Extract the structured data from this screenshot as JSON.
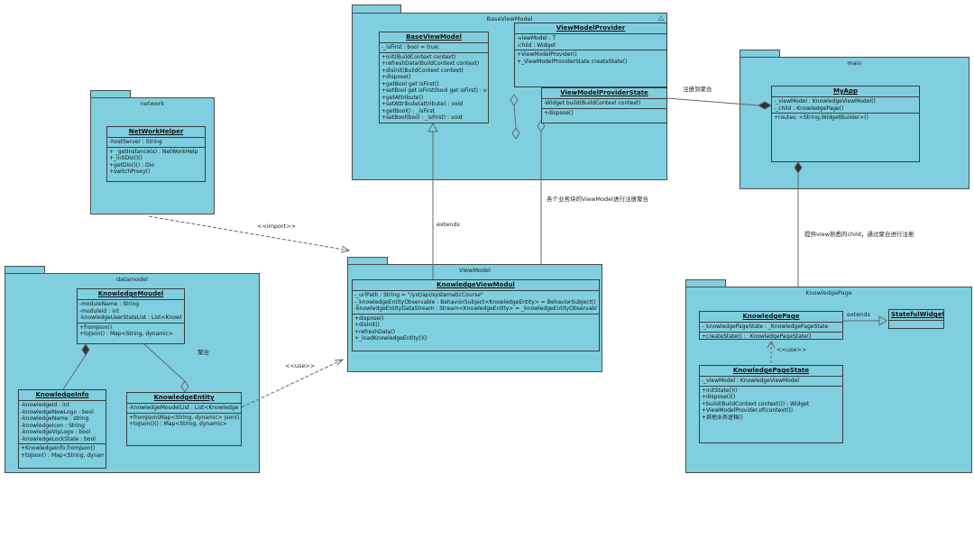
{
  "diagram": {
    "packages": {
      "base_view_model": {
        "name": "BaseViewModel",
        "warning_icon": "△"
      },
      "network": {
        "name": "network"
      },
      "datamodel": {
        "name": "datamodel"
      },
      "view_model": {
        "name": "ViewModel"
      },
      "main": {
        "name": "main"
      },
      "knowledge_page": {
        "name": "KnowledgePage"
      }
    },
    "classes": {
      "base_view_model": {
        "title": "BaseViewModel",
        "attributes": [
          "-_isFirst : bool = true;"
        ],
        "methods": [
          "+init(BuildContext context)",
          "+refreshData(BuildContext context)",
          "+disinit(BuildContext context)",
          "+dispose()",
          "+getBool get isFirst()",
          "+setBool get isFirst(bool get isFirst) : vo",
          "+getAttribute()",
          "+setAttribute(attribute) : void",
          "+getBool() : _isFirst",
          "+setBool(bool : _isFirst) : void"
        ]
      },
      "view_model_provider": {
        "title": "ViewModelProvider",
        "attributes": [
          "-viewModel : T",
          "-child : Widget"
        ],
        "methods": [
          "+ViewModelProvider()",
          "+_ViewModelProviderState createState()"
        ]
      },
      "view_model_provider_state": {
        "title": "ViewModelProviderState",
        "attributes": [
          "-Widget build(BuildContext context)"
        ],
        "methods": [
          "+dispose()"
        ]
      },
      "network_helper": {
        "title": "NetWorkHelper",
        "attributes": [
          "-hostServer : String"
        ],
        "methods": [
          "+ _getInstance(s) : NetWorkHelp",
          "+_initDio()()",
          "+getDio()() : Dio",
          "+switchProxy()"
        ]
      },
      "knowledge_moudel": {
        "title": "KnowledgeMoudel",
        "attributes": [
          "-moduleName : String",
          "-moduleId : int",
          "-knowledgeUserStatsList : List<KnowledgeInf"
        ],
        "methods": [
          "+fromJson()",
          "+toJson() : Map<String, dynamic>"
        ]
      },
      "knowledge_info": {
        "title": "KnowledgeInfo",
        "attributes": [
          "-knowledgeId : int",
          "-knowledgeNewLogo : bool",
          "-knowledgeName : string",
          "-knowledgeIcon : String",
          "-knowledgeVipLogo : bool",
          "-knowledgeLockState : bool"
        ],
        "methods": [
          "+KnowledgeInfo.fromJson()",
          "+toJson() : Map<String, dynami"
        ]
      },
      "knowledge_entity": {
        "title": "KnowledgeEntity",
        "attributes": [
          "-knowledgeMoudelList : List<KnowledgeMoud"
        ],
        "methods": [
          "+fromJson(Map<String, dynamic> json())",
          "+toJson()() : Map<String, dynamic>"
        ]
      },
      "knowledge_view_modul": {
        "title": "KnowledgeViewModul",
        "attributes": [
          "-_urlPath : String = \"/yxt/api/systematicCourse\"",
          "-_knowledgeEntityObservable : BehaviorSubject<KnowledgeEntity> = BehaviorSubject()",
          "-knowledgeEntityDataStream : Stream<KnowledgeEntity> = _knowledgeEntityObservable.st"
        ],
        "methods": [
          "+dispose()",
          "+disInit()",
          "+refreshData()",
          "+_loadKnowledgeEntity()()"
        ]
      },
      "my_app": {
        "title": "MyApp",
        "attributes": [
          "-_viewModel : KnowledgeViewModel()",
          "-_child : KnowledgePage()"
        ],
        "methods": [
          "+routes: <String,WidgetBuilder>()"
        ]
      },
      "knowledge_page": {
        "title": "KnowledgePage",
        "attributes": [
          "-_knowledgePageState : _KnowledgePageState"
        ],
        "methods": [
          "+createState() : _KnowledgePageState()"
        ]
      },
      "stateful_widget": {
        "title": "StatefulWidget",
        "attributes": [],
        "methods": []
      },
      "knowledge_page_state": {
        "title": "KnowledgePageState",
        "attributes": [
          "-_viewModel : KnowledgeViewModel"
        ],
        "methods": [
          "+initState()()",
          "+dispose()()",
          "+build(BuildContext context()) : Widget",
          "+ViewModelProvider.of(context())",
          "+其他业务逻辑()"
        ]
      }
    },
    "labels": {
      "import": "<<import>>",
      "use_entity": "<<use>>",
      "extends_vm": "extends",
      "register_each": "各个业务块的ViewModel进行注册聚合",
      "register_to": "注册到聚合",
      "provide_child": "提供view熟悉的child，通过聚合进行注册",
      "aggregate": "聚合",
      "extends_page": "extends",
      "use_page": "<<use>>"
    }
  }
}
